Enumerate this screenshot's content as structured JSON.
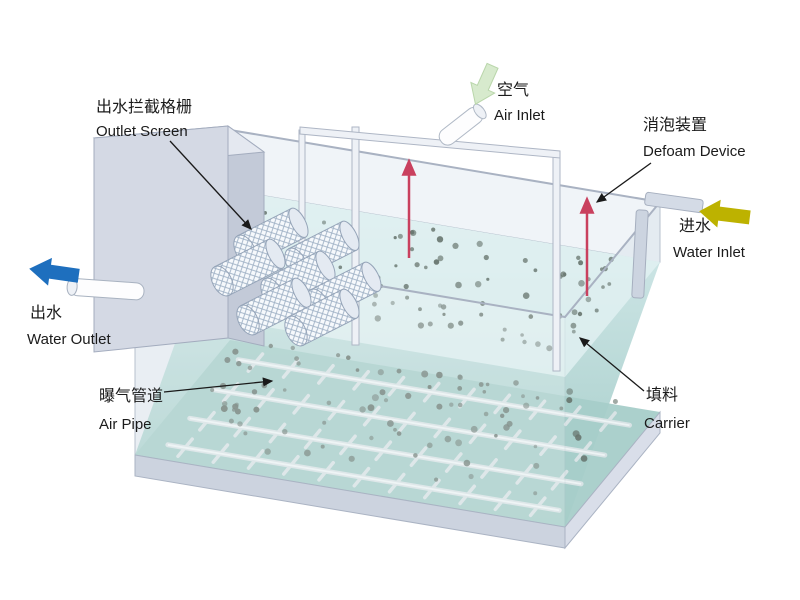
{
  "diagram": {
    "labels": {
      "outlet_screen": {
        "zh": "出水拦截格栅",
        "en": "Outlet Screen"
      },
      "air_inlet": {
        "zh": "空气",
        "en": "Air Inlet"
      },
      "defoam_device": {
        "zh": "消泡装置",
        "en": "Defoam Device"
      },
      "water_inlet": {
        "zh": "进水",
        "en": "Water Inlet"
      },
      "water_outlet": {
        "zh": "出水",
        "en": "Water Outlet"
      },
      "air_pipe": {
        "zh": "曝气管道",
        "en": "Air Pipe"
      },
      "carrier": {
        "zh": "填料",
        "en": "Carrier"
      }
    },
    "colors": {
      "water_surface": "#e2f1f3",
      "tank_floor": "#a7cdc9",
      "tank_wall": "#e6ecf2",
      "carrier_dot": "#68766f",
      "defoam_arrow": "#c9405e",
      "air_inlet_arrow": "#d7eacd",
      "water_inlet_arrow": "#bdb200",
      "water_outlet_arrow": "#1e6fbe",
      "leader": "#1a1a1a"
    }
  }
}
